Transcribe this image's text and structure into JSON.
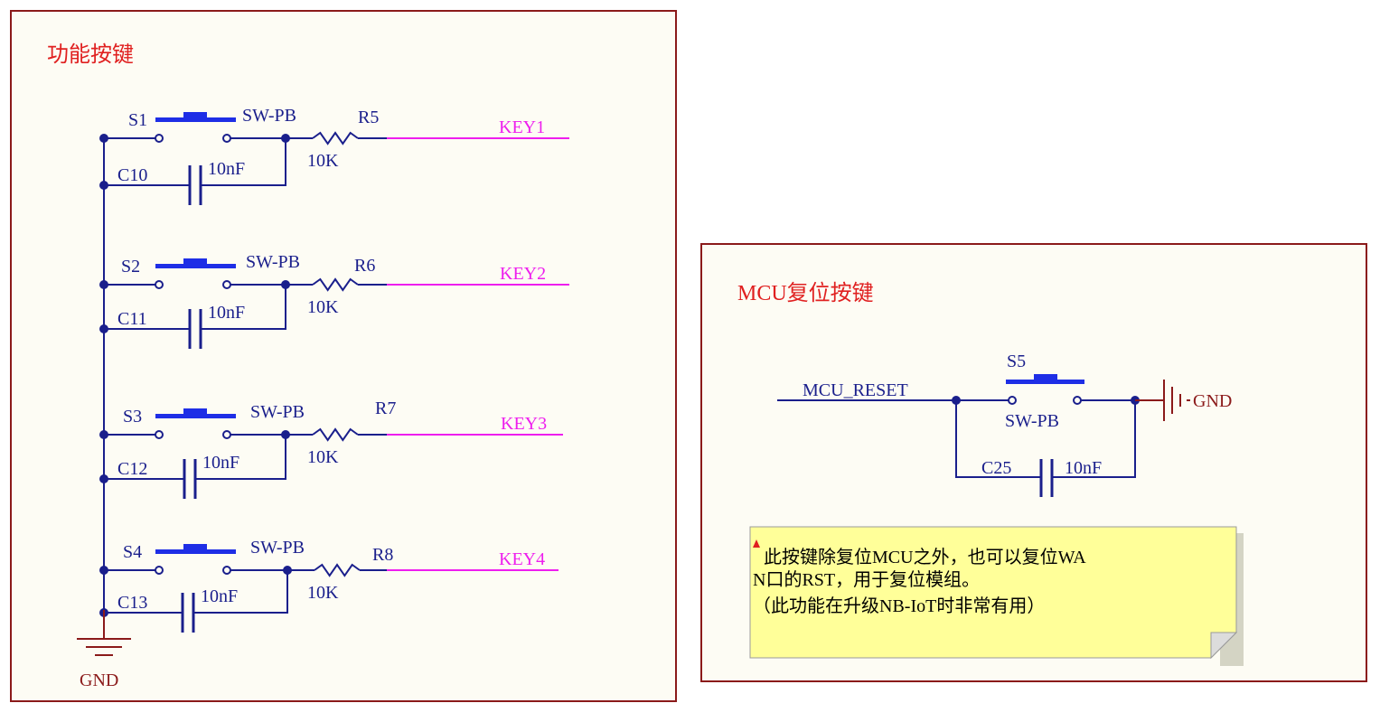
{
  "colors": {
    "frame": "#8b1a1a",
    "sheet": "#fdfcf4",
    "wire": "#1a1f8c",
    "net": "#ee1eee",
    "ground": "#8b1a1a",
    "title": "#e02020",
    "note_bg": "#ffff99"
  },
  "left_panel": {
    "title": "功能按键",
    "ground_label": "GND",
    "rows": [
      {
        "switch": "S1",
        "switch_value": "SW-PB",
        "resistor": "R5",
        "resistor_value": "10K",
        "capacitor": "C10",
        "capacitor_value": "10nF",
        "net": "KEY1"
      },
      {
        "switch": "S2",
        "switch_value": "SW-PB",
        "resistor": "R6",
        "resistor_value": "10K",
        "capacitor": "C11",
        "capacitor_value": "10nF",
        "net": "KEY2"
      },
      {
        "switch": "S3",
        "switch_value": "SW-PB",
        "resistor": "R7",
        "resistor_value": "10K",
        "capacitor": "C12",
        "capacitor_value": "10nF",
        "net": "KEY3"
      },
      {
        "switch": "S4",
        "switch_value": "SW-PB",
        "resistor": "R8",
        "resistor_value": "10K",
        "capacitor": "C13",
        "capacitor_value": "10nF",
        "net": "KEY4"
      }
    ]
  },
  "right_panel": {
    "title": "MCU复位按键",
    "net": "MCU_RESET",
    "switch": "S5",
    "switch_value": "SW-PB",
    "capacitor": "C25",
    "capacitor_value": "10nF",
    "ground_label": "GND",
    "note_lines": [
      "此按键除复位MCU之外，也可以复位WA",
      "N口的RST，用于复位模组。",
      "（此功能在升级NB-IoT时非常有用）"
    ]
  }
}
